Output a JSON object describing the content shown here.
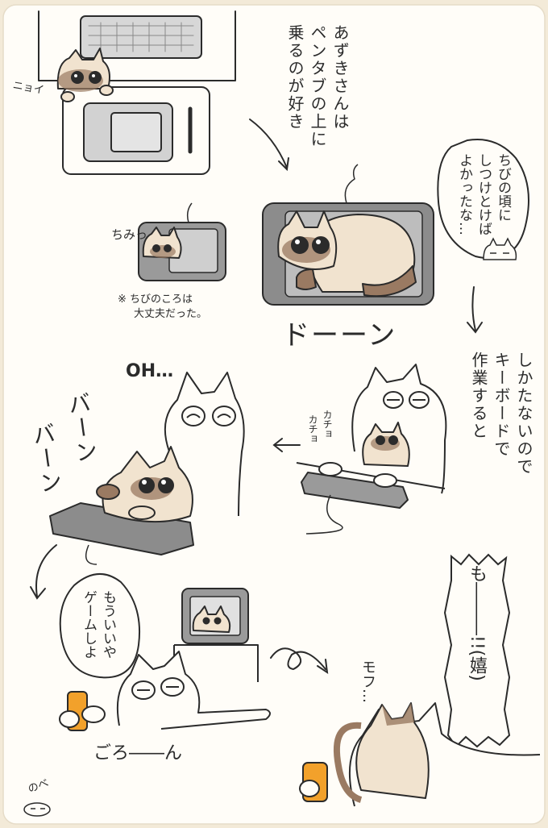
{
  "background_color": "#f3ead8",
  "panel_color": "#fffdf8",
  "ink_color": "#2b2b2b",
  "cat_fur_color": "#f1e3cf",
  "cat_point_color": "#9a7a62",
  "tablet_color": "#8c8c8c",
  "phone_color": "#f2a12b",
  "texts": {
    "nyoi": "ニョイ",
    "narration_1_line1": "あずきさんは",
    "narration_1_line2": "ペンタブの上に",
    "narration_1_line3": "乗るのが好き",
    "chimi": "ちみっ",
    "note_line1": "※ ちびのころは",
    "note_line2": "大丈夫だった。",
    "bubble_1_line1": "ちびの頃に",
    "bubble_1_line2": "しつけとけば",
    "bubble_1_line3": "よかったな…",
    "doon": "ドーーン",
    "narration_2_line1": "しかたないので",
    "narration_2_line2": "キーボードで",
    "narration_2_line3": "作業すると",
    "oh": "OH…",
    "kacho_1": "カチョ",
    "kacho_2": "カチョ",
    "baan_1": "バーン",
    "baan_2": "バーン",
    "bubble_2_line1": "もういいや",
    "bubble_2_line2": "ゲームしよ",
    "mofu": "モフ…",
    "moo": "も―――!!(嬉)",
    "gorooon": "ごろ――ん",
    "signature": "のべ"
  }
}
